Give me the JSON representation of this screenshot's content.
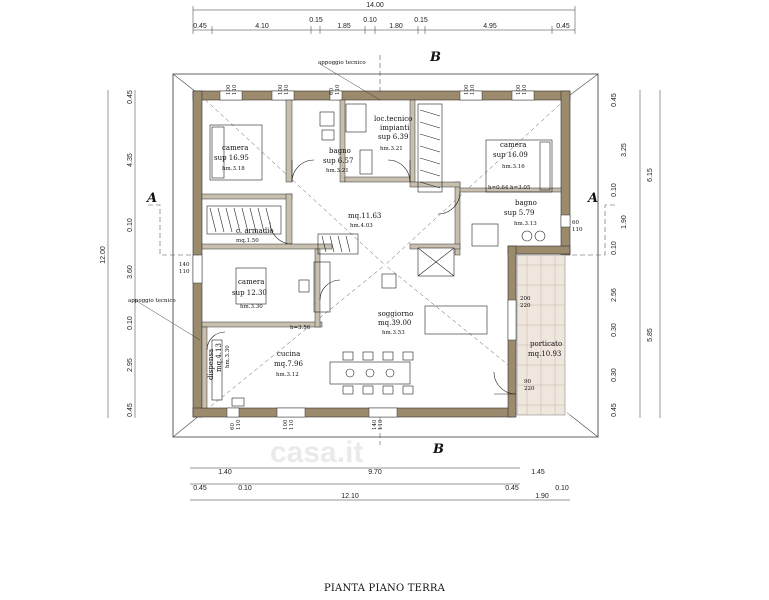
{
  "title": "PIANTA PIANO TERRA",
  "watermark": "casa.it",
  "dimensions": {
    "top_total": "14.00",
    "top": [
      "0.45",
      "4.10",
      "0.15",
      "1.85",
      "0.10",
      "1.80",
      "0.15",
      "4.95",
      "0.45"
    ],
    "bottom_1": [
      "1.40",
      "9.70",
      "1.45"
    ],
    "bottom_2": [
      "0.45",
      "0.10",
      "0.45",
      "0.10"
    ],
    "bottom_3": [
      "12.10",
      "1.90"
    ],
    "left_total": "12.00",
    "left": [
      "0.45",
      "4.35",
      "0.10",
      "3.60",
      "0.10",
      "2.95",
      "0.45"
    ],
    "right_1": [
      "0.45",
      "3.25",
      "0.10",
      "1.90",
      "0.10",
      "2.56",
      "0.30",
      "0.30",
      "0.45"
    ],
    "right_total": [
      "6.15",
      "5.85"
    ]
  },
  "rooms": [
    {
      "name": "camera",
      "line2": "sup 16.95",
      "line3": "hm.3.18"
    },
    {
      "name": "bagno",
      "line2": "sup 6.57",
      "line3": "hm.3.21"
    },
    {
      "name": "loc.tecnico",
      "line2": "impianti",
      "line3": "sup 6.39",
      "line4": "hm.3.21"
    },
    {
      "name": "camera",
      "line2": "sup 16.09",
      "line3": "hm.3.16"
    },
    {
      "name": "bagno",
      "line2": "sup 5.79",
      "line3": "hm.3.13"
    },
    {
      "name": "mq.11.63",
      "line2": "hm.4.03"
    },
    {
      "name": "c. armadio",
      "line2": "mq.1.50"
    },
    {
      "name": "camera",
      "line2": "sup 12.30",
      "line3": "hm.3.30"
    },
    {
      "name": "soggiorno",
      "line2": "mq.39.00",
      "line3": "hm.3.53"
    },
    {
      "name": "cucina",
      "line2": "mq.7.96",
      "line3": "hm.3.12"
    },
    {
      "name": "dispensa",
      "line2": "mq.4.13",
      "line3": "hm.3.30"
    },
    {
      "name": "porticato",
      "line2": "mq.10.93"
    }
  ],
  "openings": {
    "w1": "100",
    "w1b": "110",
    "w2": "60",
    "w2b": "110",
    "w3": "140",
    "w3b": "110",
    "w4": "200",
    "w4b": "220",
    "w5": "90",
    "w5b": "220",
    "h1": "h=3.05",
    "h2": "h=0.64",
    "h3": "h=3.56"
  },
  "notes": {
    "appoggio_top": "appoggio tecnico",
    "appoggio_left": "appoggio tecnico"
  },
  "sections": {
    "a_left": "A",
    "a_right": "A",
    "b_top": "B",
    "b_bottom": "B"
  }
}
